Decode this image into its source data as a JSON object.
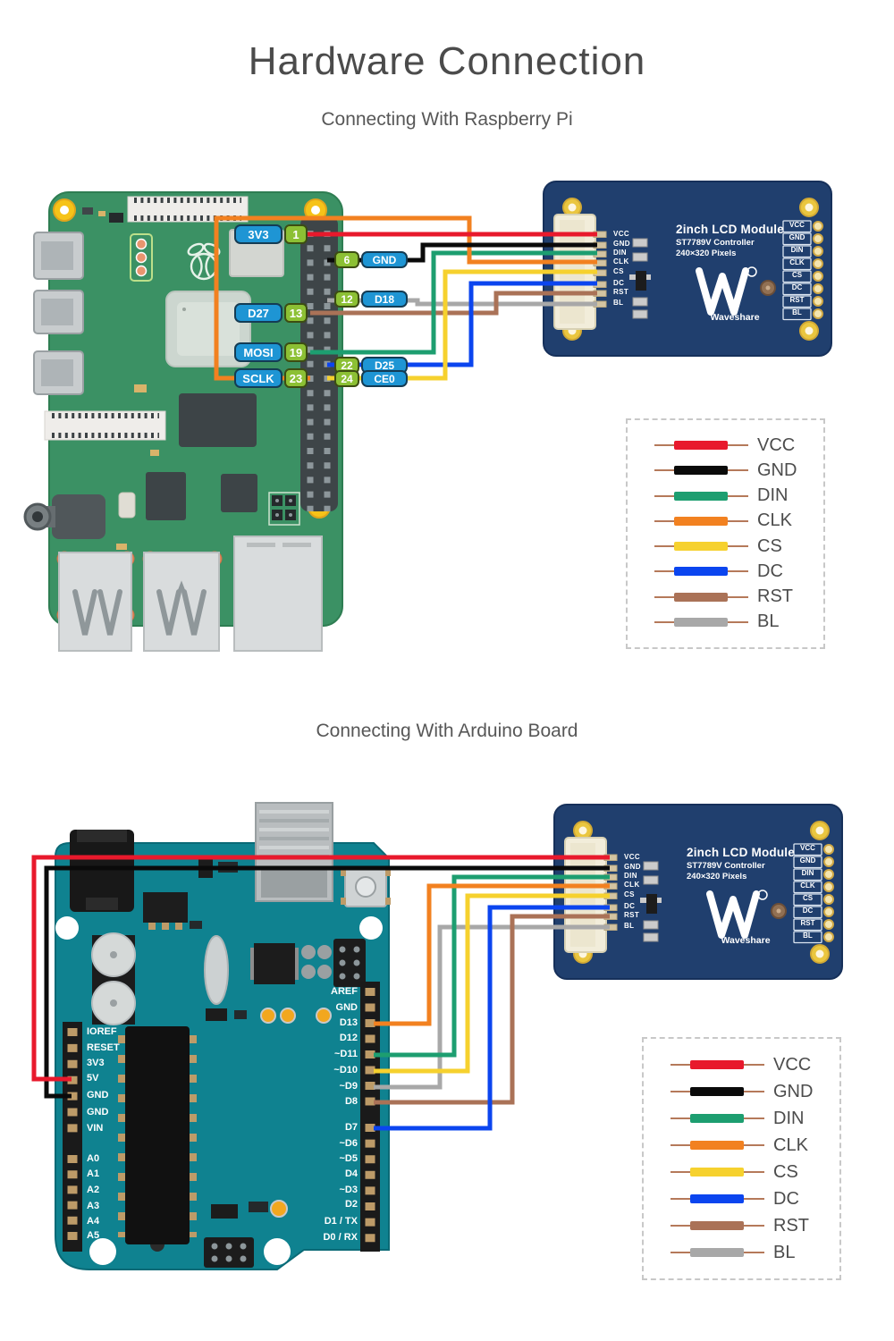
{
  "title": "Hardware Connection",
  "sections": {
    "rpi_subtitle": "Connecting With Raspberry Pi",
    "arduino_subtitle": "Connecting With Arduino Board"
  },
  "colors": {
    "rpi_board": "#3b9164",
    "arduino_board": "#0f8290",
    "lcd_board": "#203f6e"
  },
  "lcd": {
    "title": "2inch LCD Module",
    "controller": "ST7789V Controller",
    "resolution": "240×320 Pixels",
    "brand": "Waveshare",
    "pins": [
      "VCC",
      "GND",
      "DIN",
      "CLK",
      "CS",
      "DC",
      "RST",
      "BL"
    ]
  },
  "rpi": {
    "left_pins": [
      {
        "label": "3V3",
        "num": "1"
      },
      {
        "label": "D27",
        "num": "13"
      },
      {
        "label": "MOSI",
        "num": "19"
      },
      {
        "label": "SCLK",
        "num": "23"
      }
    ],
    "right_pins": [
      {
        "num": "6",
        "label": "GND"
      },
      {
        "num": "12",
        "label": "D18"
      },
      {
        "num": "22",
        "label": "D25"
      },
      {
        "num": "24",
        "label": "CE0"
      }
    ]
  },
  "arduino": {
    "digital": [
      "AREF",
      "GND",
      "D13",
      "D12",
      "~D11",
      "~D10",
      "~D9",
      "D8",
      "D7",
      "~D6",
      "~D5",
      "D4",
      "~D3",
      "D2",
      "D1 / TX",
      "D0 / RX"
    ],
    "power_analog": [
      "IOREF",
      "RESET",
      "3V3",
      "5V",
      "GND",
      "GND",
      "VIN",
      "A0",
      "A1",
      "A2",
      "A3",
      "A4",
      "A5"
    ]
  },
  "legend": {
    "entries": [
      {
        "label": "VCC",
        "color": "#e8192c"
      },
      {
        "label": "GND",
        "color": "#0a0a0a"
      },
      {
        "label": "DIN",
        "color": "#1d9e70"
      },
      {
        "label": "CLK",
        "color": "#f28120"
      },
      {
        "label": "CS",
        "color": "#f6d12e"
      },
      {
        "label": "DC",
        "color": "#0b45ef"
      },
      {
        "label": "RST",
        "color": "#aa7257"
      },
      {
        "label": "BL",
        "color": "#a8a8a8"
      }
    ]
  }
}
